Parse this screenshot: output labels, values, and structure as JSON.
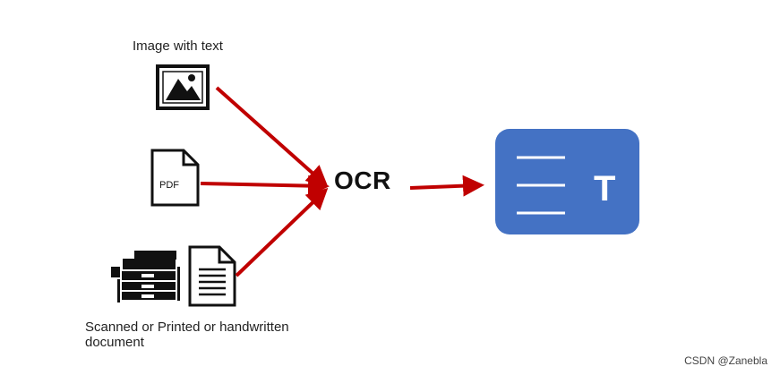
{
  "inputs": {
    "image_label": "Image with text",
    "pdf_icon_text": "PDF",
    "scan_label_line1": "Scanned or Printed or handwritten",
    "scan_label_line2": "document"
  },
  "process": {
    "label": "OCR"
  },
  "output": {
    "icon_letter": "T",
    "color": "#4472C4"
  },
  "arrow_color": "#C00000",
  "watermark": "CSDN @Zanebla"
}
